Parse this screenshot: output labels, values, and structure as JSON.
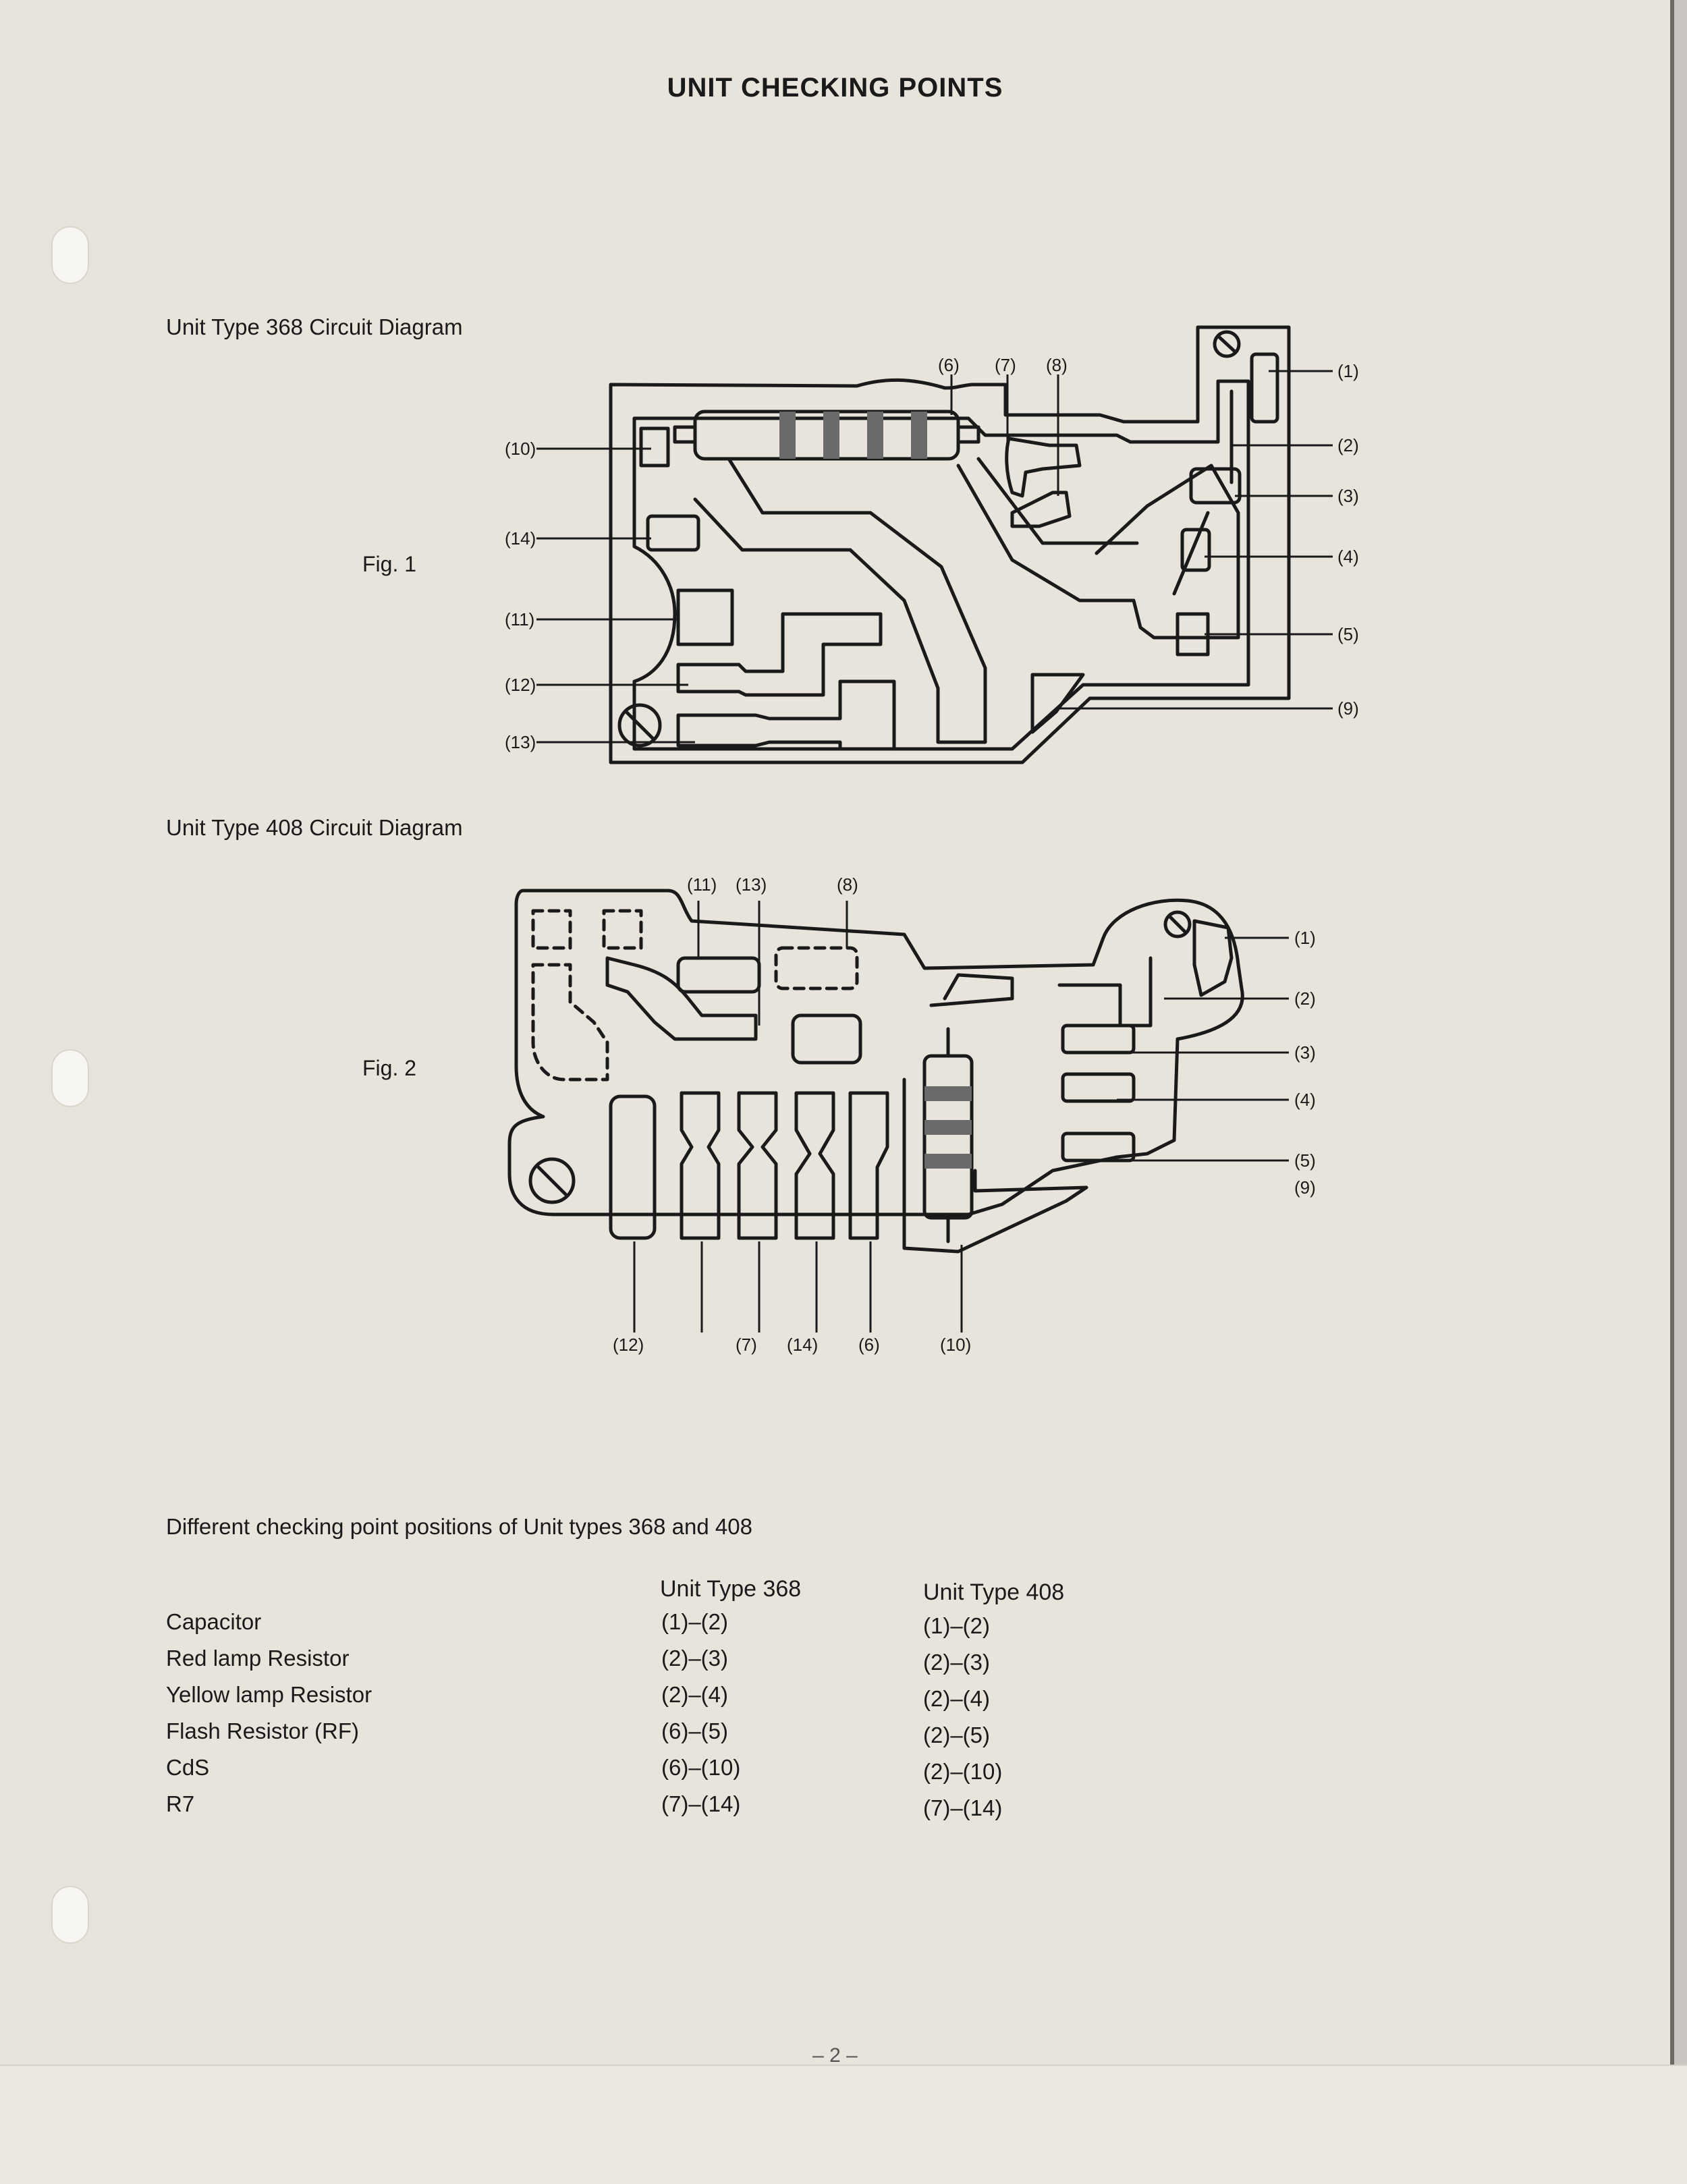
{
  "page": {
    "title": "UNIT CHECKING POINTS",
    "page_number": "– 2 –"
  },
  "fig1": {
    "caption": "Unit Type 368 Circuit Diagram",
    "label": "Fig. 1",
    "callouts": [
      "(1)",
      "(2)",
      "(3)",
      "(4)",
      "(5)",
      "(6)",
      "(7)",
      "(8)",
      "(9)",
      "(10)",
      "(11)",
      "(12)",
      "(13)",
      "(14)"
    ]
  },
  "fig2": {
    "caption": "Unit Type 408 Circuit Diagram",
    "label": "Fig. 2",
    "callouts": [
      "(1)",
      "(2)",
      "(3)",
      "(4)",
      "(5)",
      "(9)",
      "(6)",
      "(7)",
      "(8)",
      "(10)",
      "(11)",
      "(12)",
      "(13)",
      "(14)"
    ]
  },
  "comparison": {
    "heading": "Different checking point positions of Unit types 368 and 408",
    "columns": [
      "Unit Type 368",
      "Unit Type 408"
    ],
    "rows": [
      {
        "name": "Capacitor",
        "unit368": "(1)–(2)",
        "unit408": "(1)–(2)"
      },
      {
        "name": "Red lamp Resistor",
        "unit368": "(2)–(3)",
        "unit408": "(2)–(3)"
      },
      {
        "name": "Yellow lamp Resistor",
        "unit368": "(2)–(4)",
        "unit408": "(2)–(4)"
      },
      {
        "name": "Flash Resistor (RF)",
        "unit368": "(6)–(5)",
        "unit408": "(2)–(5)"
      },
      {
        "name": "CdS",
        "unit368": "(6)–(10)",
        "unit408": "(2)–(10)"
      },
      {
        "name": "R7",
        "unit368": "(7)–(14)",
        "unit408": "(7)–(14)"
      }
    ]
  }
}
